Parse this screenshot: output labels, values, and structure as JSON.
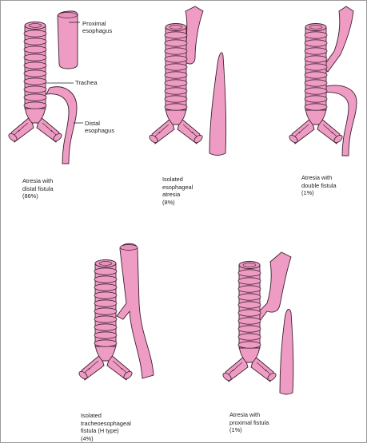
{
  "colors": {
    "pink": "#ef9cc4",
    "stroke": "#3b1f2c",
    "ring": "#e98fbc",
    "border": "#9a9a9a"
  },
  "labels": {
    "proximal_esophagus": [
      "Proximal",
      "esophagus"
    ],
    "trachea": "Trachea",
    "distal_esophagus": [
      "Distal",
      "esophagus"
    ]
  },
  "panels": [
    {
      "caption": [
        "Atresia with",
        "distal fistula",
        "(86%)"
      ]
    },
    {
      "caption": [
        "Isolated",
        "esophageal",
        "atresia",
        "(8%)"
      ]
    },
    {
      "caption": [
        "Atresia with",
        "double fistula",
        "(1%)"
      ]
    },
    {
      "caption": [
        "Isolated",
        "tracheoesophageal",
        "fistula (H type)",
        "(4%)"
      ]
    },
    {
      "caption": [
        "Atresia with",
        "proximal fistula",
        "(1%)"
      ]
    }
  ]
}
